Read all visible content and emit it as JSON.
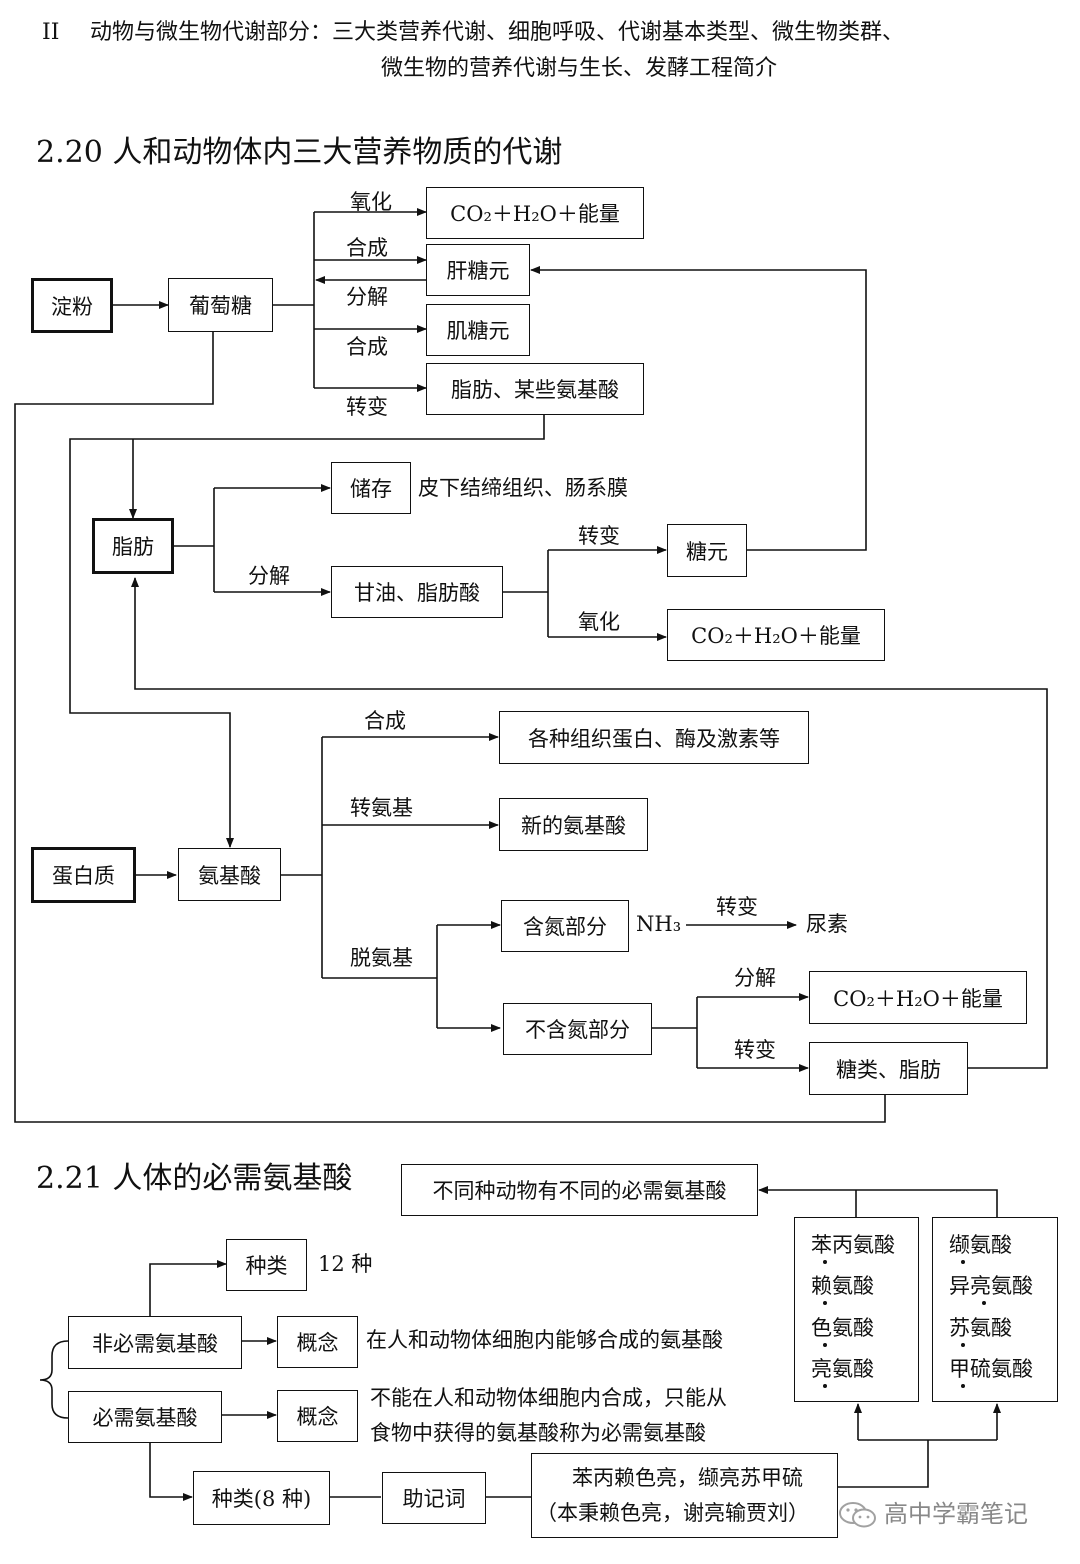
{
  "header": {
    "roman": "II",
    "line1": "动物与微生物代谢部分：三大类营养代谢、细胞呼吸、代谢基本类型、微生物类群、",
    "line2": "微生物的营养代谢与生长、发酵工程简介"
  },
  "section220": {
    "title": "2.20 人和动物体内三大营养物质的代谢",
    "boxes": {
      "starch": "淀粉",
      "glucose": "葡萄糖",
      "co2_1": "CO₂＋H₂O＋能量",
      "liver_glycogen": "肝糖元",
      "muscle_glycogen": "肌糖元",
      "fat_amino": "脂肪、某些氨基酸",
      "fat": "脂肪",
      "store": "储存",
      "glycerol": "甘油、脂肪酸",
      "glycogen": "糖元",
      "co2_2": "CO₂＋H₂O＋能量",
      "protein": "蛋白质",
      "amino": "氨基酸",
      "tissue_protein": "各种组织蛋白、酶及激素等",
      "new_amino": "新的氨基酸",
      "n_part": "含氮部分",
      "non_n_part": "不含氮部分",
      "co2_3": "CO₂＋H₂O＋能量",
      "sugar_fat": "糖类、脂肪"
    },
    "labels": {
      "oxidize1": "氧化",
      "synth1": "合成",
      "decomp1": "分解",
      "synth2": "合成",
      "transform1": "转变",
      "store_text": "皮下结缔组织、肠系膜",
      "decomp2": "分解",
      "transform2": "转变",
      "oxidize2": "氧化",
      "synth3": "合成",
      "transamin": "转氨基",
      "deamin": "脱氨基",
      "nh3": "NH₃",
      "transform3": "转变",
      "urea": "尿素",
      "decomp3": "分解",
      "transform4": "转变"
    }
  },
  "section221": {
    "title": "2.21 人体的必需氨基酸",
    "top_box": "不同种动物有不同的必需氨基酸",
    "nonessential": "非必需氨基酸",
    "essential": "必需氨基酸",
    "kind": "种类",
    "kind_count": "12 种",
    "concept1": "概念",
    "concept1_text": "在人和动物体细胞内能够合成的氨基酸",
    "concept2": "概念",
    "concept2_text1": "不能在人和动物体细胞内合成，只能从",
    "concept2_text2": "食物中获得的氨基酸称为必需氨基酸",
    "kind8": "种类(8 种)",
    "mnemonic": "助记词",
    "mnemonic_text1": "苯丙赖色亮，缬亮苏甲硫",
    "mnemonic_text2": "（本秉赖色亮，谢亮输贾刘）",
    "list_left": [
      "苯丙氨酸",
      "赖氨酸",
      "色氨酸",
      "亮氨酸"
    ],
    "list_right": [
      "缬氨酸",
      "异亮氨酸",
      "苏氨酸",
      "甲硫氨酸"
    ]
  },
  "watermark": "高中学霸笔记"
}
